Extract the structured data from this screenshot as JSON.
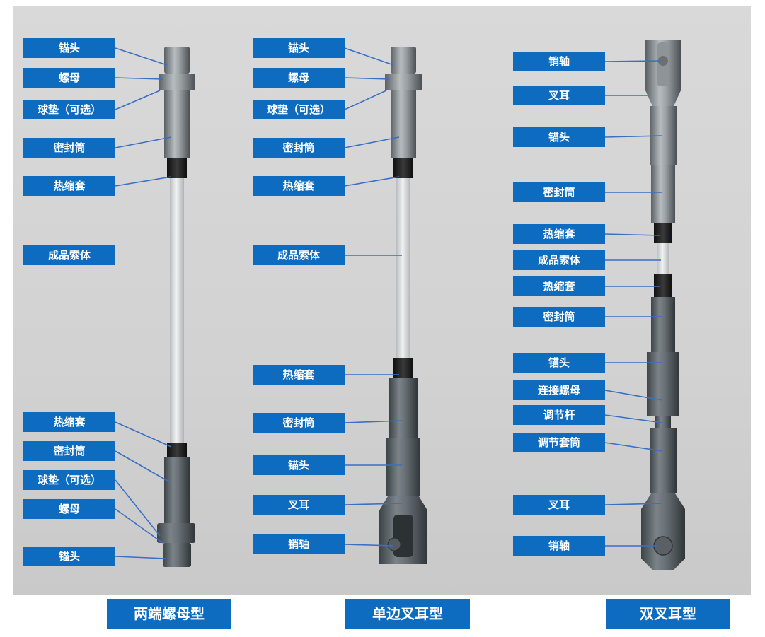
{
  "labels": {
    "anchor_head": "锚头",
    "nut": "螺母",
    "ball_washer": "球垫（可选）",
    "seal_tube": "密封筒",
    "heat_shrink": "热缩套",
    "cable_body": "成品索体",
    "pin_shaft": "销轴",
    "fork_ear": "叉耳",
    "connecting_nut": "连接螺母",
    "adjust_rod": "调节杆",
    "adjust_sleeve": "调节套筒"
  },
  "types": {
    "double_nut": "两端螺母型",
    "single_fork": "单边叉耳型",
    "double_fork": "双叉耳型"
  },
  "colors": {
    "label_bg": "#0d6bc0",
    "label_text": "#ffffff",
    "leader_line": "#3a6fc4",
    "background": "#d4d4d4"
  }
}
